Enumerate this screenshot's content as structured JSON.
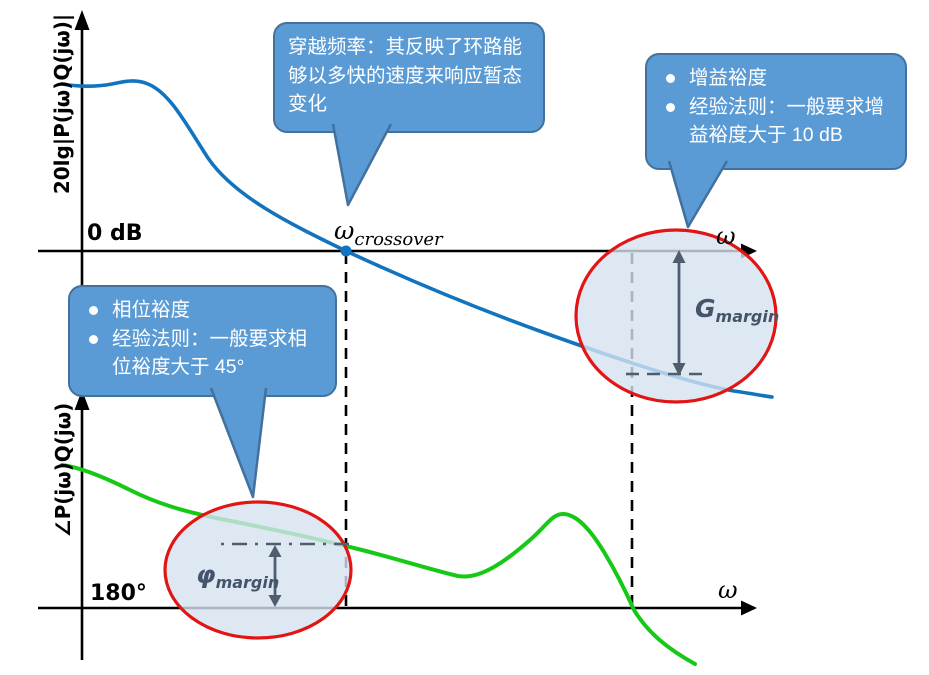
{
  "labels": {
    "mag_axis": "20lg|P(jω)Q(jω)|",
    "phase_axis": "∠P(jω)Q(jω)",
    "zero_db": "0 dB",
    "deg180": "180°",
    "omega": "ω",
    "omega_crossover_base": "ω",
    "omega_crossover_sub": "crossover",
    "gain_margin_base": "G",
    "gain_margin_sub": "margin",
    "phase_margin_base": "φ",
    "phase_margin_sub": "margin"
  },
  "callouts": {
    "crossover": {
      "text": "穿越频率：其反映了环路能够以多快的速度来响应暂态变化"
    },
    "gain": {
      "items": [
        "增益裕度",
        "经验法则：一般要求增益裕度大于 10 dB"
      ]
    },
    "phase": {
      "items": [
        "相位裕度",
        "经验法则：一般要求相位裕度大于 45°"
      ]
    }
  },
  "colors": {
    "curve_blue": "#1273BE",
    "curve_green": "#16C916",
    "callout_fill": "#5B9BD5",
    "callout_border": "#41719C",
    "highlight_red": "#E21414",
    "highlight_fill": "rgba(213,226,240,0.8)",
    "slate": "#4F5D6E",
    "margin_text": "#44546A",
    "axis_black": "#000000"
  }
}
